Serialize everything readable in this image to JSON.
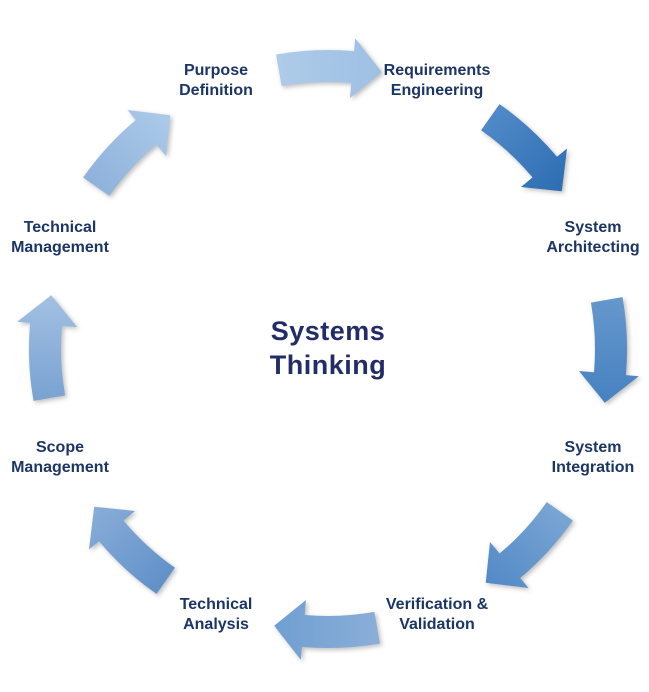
{
  "diagram": {
    "title": "Systems\nThinking",
    "stages": [
      {
        "label": "Purpose\nDefinition"
      },
      {
        "label": "Requirements\nEngineering"
      },
      {
        "label": "System\nArchitecting"
      },
      {
        "label": "System\nIntegration"
      },
      {
        "label": "Verification &\nValidation"
      },
      {
        "label": "Technical\nAnalysis"
      },
      {
        "label": "Scope\nManagement"
      },
      {
        "label": "Technical\nManagement"
      }
    ],
    "colors": {
      "background": "#ffffff",
      "label_text": "#1b3565",
      "title_text": "#222d68",
      "arrow_colors": [
        {
          "tail": "#aecbe9",
          "tip": "#9dc0e4"
        },
        {
          "tail": "#5089c7",
          "tip": "#2d6db3"
        },
        {
          "tail": "#6497cc",
          "tip": "#4781c1"
        },
        {
          "tail": "#79a5d3",
          "tip": "#5289c6"
        },
        {
          "tail": "#8aaed8",
          "tip": "#6f9fd1"
        },
        {
          "tail": "#6191c9",
          "tip": "#89add8"
        },
        {
          "tail": "#79a3d2",
          "tip": "#a3c0e3"
        },
        {
          "tail": "#8fb2dc",
          "tip": "#accae9"
        }
      ]
    }
  }
}
